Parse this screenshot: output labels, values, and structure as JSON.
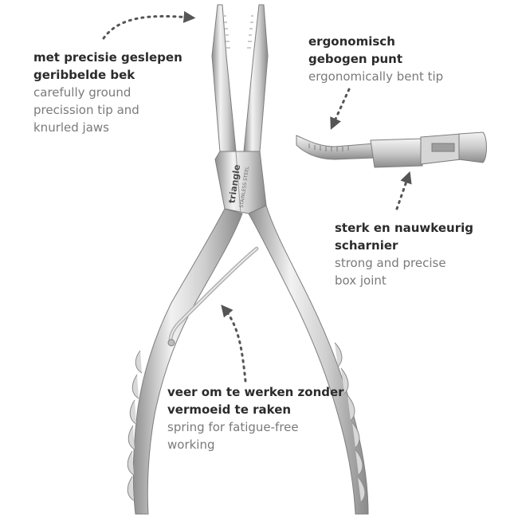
{
  "product": {
    "brand_text": "triangle",
    "brand_subtext": "STAINLESS STEEL"
  },
  "callouts": {
    "jaws": {
      "nl": [
        "met precisie geslepen",
        "geribbelde bek"
      ],
      "en": [
        "carefully ground",
        "precission tip and",
        "knurled jaws"
      ]
    },
    "tip": {
      "nl": [
        "ergonomisch",
        "gebogen punt"
      ],
      "en": [
        "ergonomically bent tip"
      ]
    },
    "joint": {
      "nl": [
        "sterk en nauwkeurig",
        "scharnier"
      ],
      "en": [
        "strong and precise",
        "box joint"
      ]
    },
    "spring": {
      "nl": [
        "veer om te werken zonder",
        "vermoeid te raken"
      ],
      "en": [
        "spring for fatigue-free",
        "working"
      ]
    }
  },
  "colors": {
    "steel_light": "#e9e9e9",
    "steel_mid": "#c4c4c4",
    "steel_dark": "#8f8f8f",
    "arrow": "#555555"
  }
}
